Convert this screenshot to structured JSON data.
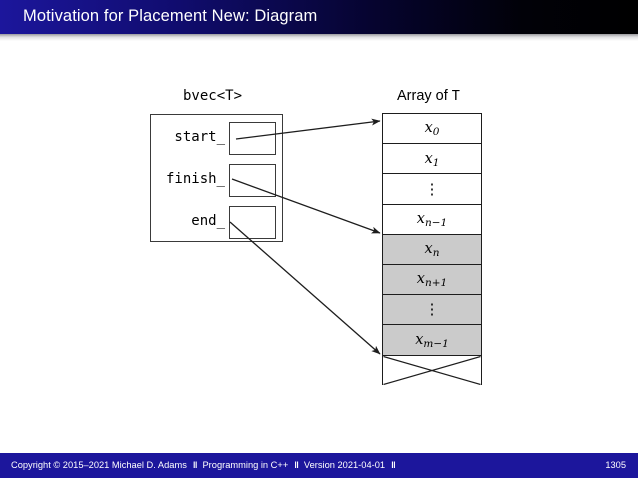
{
  "slide": {
    "title": "Motivation for Placement New: Diagram",
    "header_gradient_start": "#1c169c",
    "header_gradient_end": "#000000",
    "background": "#ffffff"
  },
  "diagram": {
    "left_structure": {
      "caption": "bvec<T>",
      "members": [
        {
          "label": "start_",
          "slot_value": ""
        },
        {
          "label": "finish_",
          "slot_value": ""
        },
        {
          "label": "end_",
          "slot_value": ""
        }
      ]
    },
    "right_structure": {
      "caption_text": "Array of ",
      "caption_mono": "T",
      "shaded_color": "#cbcbcb",
      "cells": [
        {
          "kind": "value",
          "base": "x",
          "sub": "0",
          "shaded": false
        },
        {
          "kind": "value",
          "base": "x",
          "sub": "1",
          "shaded": false
        },
        {
          "kind": "dots",
          "base": "",
          "sub": "",
          "shaded": false
        },
        {
          "kind": "value",
          "base": "x",
          "sub": "n−1",
          "shaded": false
        },
        {
          "kind": "value",
          "base": "x",
          "sub": "n",
          "shaded": true
        },
        {
          "kind": "value",
          "base": "x",
          "sub": "n+1",
          "shaded": true
        },
        {
          "kind": "dots",
          "base": "",
          "sub": "",
          "shaded": true
        },
        {
          "kind": "value",
          "base": "x",
          "sub": "m−1",
          "shaded": true
        },
        {
          "kind": "cross",
          "base": "",
          "sub": "",
          "shaded": false
        }
      ]
    },
    "arrows": [
      {
        "name": "start-to-x0",
        "from": "start_",
        "to": "x0"
      },
      {
        "name": "finish-to-xn",
        "from": "finish_",
        "to": "xn"
      },
      {
        "name": "end-to-onepastend",
        "from": "end_",
        "to": "one-past-end"
      }
    ]
  },
  "footer": {
    "copyright": "Copyright © 2015–2021 Michael D. Adams",
    "separator": "‖",
    "course": "Programming in C++",
    "version": "Version 2021-04-01",
    "page_number": "1305",
    "background": "#1c169c"
  }
}
